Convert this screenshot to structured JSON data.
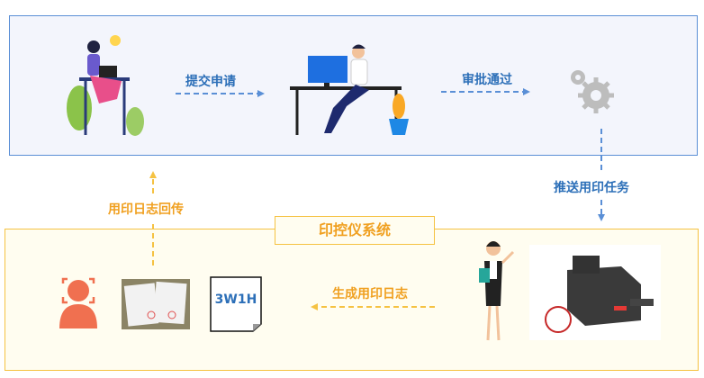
{
  "system_label": "印控仪系统",
  "steps": {
    "submit": "提交申请",
    "approve": "审批通过",
    "push": "推送用印任务",
    "generate_log": "生成用印日志",
    "log_return": "用印日志回传"
  },
  "doc_label": "3W1H",
  "colors": {
    "blue": "#2c6fb8",
    "orange": "#f0a020",
    "top_border": "#5a8fd6",
    "bottom_border": "#f5c242"
  }
}
